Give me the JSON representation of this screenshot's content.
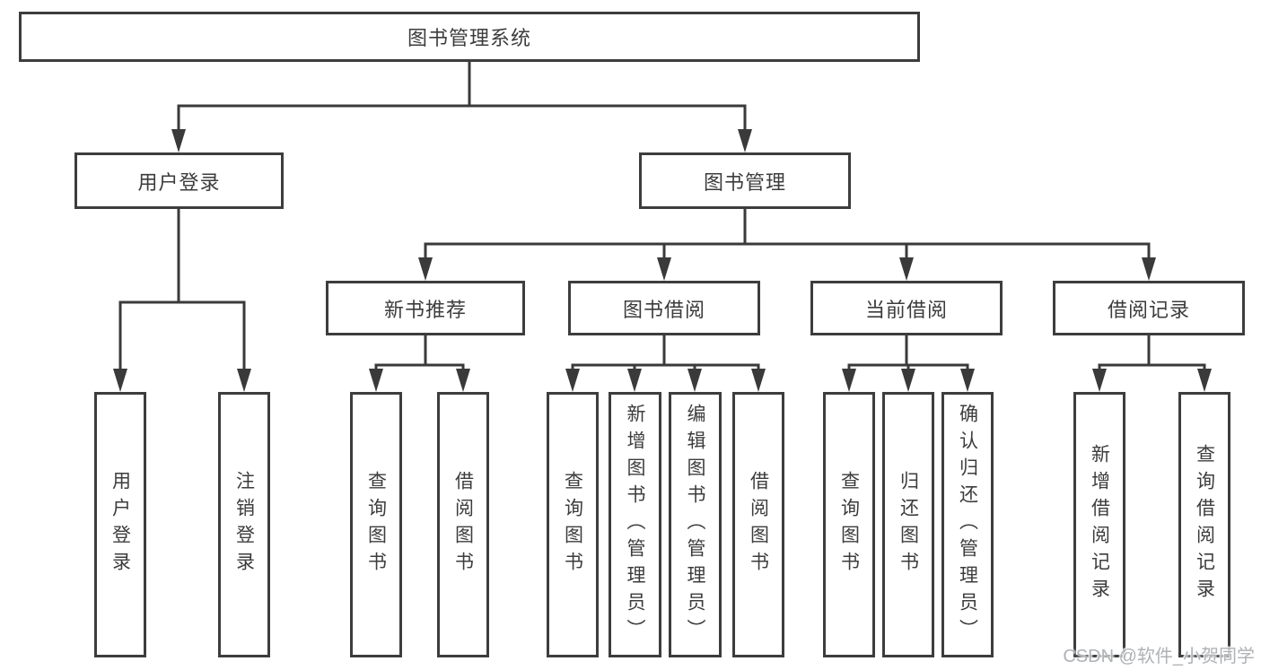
{
  "tree": {
    "root": {
      "label": "图书管理系统"
    },
    "branches": [
      {
        "label": "用户登录",
        "children": [
          {
            "label": "用户登录"
          },
          {
            "label": "注销登录"
          }
        ]
      },
      {
        "label": "图书管理",
        "children": [
          {
            "label": "新书推荐",
            "children": [
              {
                "label": "查询图书"
              },
              {
                "label": "借阅图书"
              }
            ]
          },
          {
            "label": "图书借阅",
            "children": [
              {
                "label": "查询图书"
              },
              {
                "label": "新增图书（管理员）"
              },
              {
                "label": "编辑图书（管理员）"
              },
              {
                "label": "借阅图书"
              }
            ]
          },
          {
            "label": "当前借阅",
            "children": [
              {
                "label": "查询图书"
              },
              {
                "label": "归还图书"
              },
              {
                "label": "确认归还（管理员）"
              }
            ]
          },
          {
            "label": "借阅记录",
            "children": [
              {
                "label": "新增借阅记录"
              },
              {
                "label": "查询借阅记录"
              }
            ]
          }
        ]
      }
    ]
  },
  "watermark": {
    "text": "CSDN @软件_小贺同学"
  },
  "colors": {
    "line": "#3a3a3a",
    "box_border": "#3d3d3d",
    "text": "#3c3c3c",
    "background": "#ffffff",
    "watermark_text": "#aeb2b6"
  }
}
